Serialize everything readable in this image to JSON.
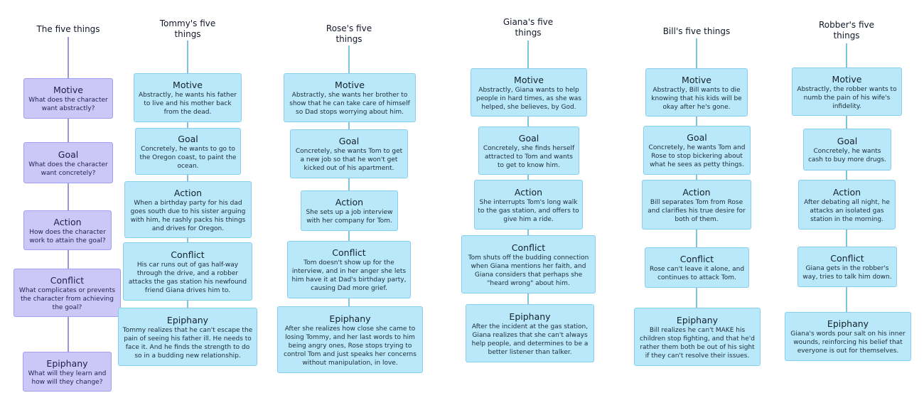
{
  "columns": [
    {
      "id": "ref",
      "header": "The five things",
      "nodes": [
        {
          "title": "Motive",
          "body": "What does the character want abstractly?"
        },
        {
          "title": "Goal",
          "body": "What does the character want concretely?"
        },
        {
          "title": "Action",
          "body": "How does the character work to attain the goal?"
        },
        {
          "title": "Conflict",
          "body": "What complicates or prevents the character from achieving the goal?"
        },
        {
          "title": "Epiphany",
          "body": "What will they learn and how will they change?"
        }
      ]
    },
    {
      "id": "tommy",
      "header": "Tommy's five things",
      "nodes": [
        {
          "title": "Motive",
          "body": "Abstractly, he wants his father to live and his mother back from the dead."
        },
        {
          "title": "Goal",
          "body": "Concretely, he wants to go to the Oregon coast, to paint the ocean."
        },
        {
          "title": "Action",
          "body": "When a birthday party for his dad goes south due to his sister arguing with him, he rashly packs his things and drives for Oregon."
        },
        {
          "title": "Conflict",
          "body": "His car runs out of gas half-way through the drive, and a robber attacks the gas station his newfound friend Giana drives him to."
        },
        {
          "title": "Epiphany",
          "body": "Tommy realizes that he can't escape the pain of seeing his father ill. He needs to face it. And he finds the strength to do so in a budding new relationship."
        }
      ]
    },
    {
      "id": "rose",
      "header": "Rose's five things",
      "nodes": [
        {
          "title": "Motive",
          "body": "Abstractly, she wants her brother to show that he can take care of himself so Dad stops worrying about him."
        },
        {
          "title": "Goal",
          "body": "Concretely, she wants Tom to get a new job so that he won't get kicked out of his apartment."
        },
        {
          "title": "Action",
          "body": "She sets up a job interview with her company for Tom."
        },
        {
          "title": "Conflict",
          "body": "Tom doesn't show up for the interview, and in her anger she lets him have it at Dad's birthday party, causing Dad more grief."
        },
        {
          "title": "Epiphany",
          "body": "After she realizes how close she came to losing Tommy, and her last words to him being angry ones, Rose stops trying to control Tom and just speaks her concerns without manipulation, in love."
        }
      ]
    },
    {
      "id": "giana",
      "header": "Giana's five things",
      "nodes": [
        {
          "title": "Motive",
          "body": "Abstractly, Giana wants to help people in hard times, as she was helped, she believes, by God."
        },
        {
          "title": "Goal",
          "body": "Concretely, she finds herself attracted to Tom and wants to get to know him."
        },
        {
          "title": "Action",
          "body": "She interrupts Tom's long walk to the gas station, and offers to give him a ride."
        },
        {
          "title": "Conflict",
          "body": "Tom shuts off the budding connection when Giana mentions her faith, and Giana considers that perhaps she \"heard wrong\" about him."
        },
        {
          "title": "Epiphany",
          "body": "After the incident at the gas station, Giana realizes that she can't always help people, and determines to be a better listener than talker."
        }
      ]
    },
    {
      "id": "bill",
      "header": "Bill's five things",
      "nodes": [
        {
          "title": "Motive",
          "body": "Abstractly, Bill wants to die knowing that his kids will be okay after he's gone."
        },
        {
          "title": "Goal",
          "body": "Concretely, he wants Tom and Rose to stop bickering about what he sees as petty things."
        },
        {
          "title": "Action",
          "body": "Bill separates Tom from Rose and clarifies his true desire for both of them."
        },
        {
          "title": "Conflict",
          "body": "Rose can't leave it alone, and continues to attack Tom."
        },
        {
          "title": "Epiphany",
          "body": "Bill realizes he can't MAKE his children stop fighting, and that he'd rather them both be out of his sight if they can't resolve their issues."
        }
      ]
    },
    {
      "id": "robber",
      "header": "Robber's five things",
      "nodes": [
        {
          "title": "Motive",
          "body": "Abstractly, the robber wants to numb the pain of his wife's infidelity."
        },
        {
          "title": "Goal",
          "body": "Concretely, he wants cash to buy more drugs."
        },
        {
          "title": "Action",
          "body": "After debating all night, he attacks an isolated gas station in the morning."
        },
        {
          "title": "Conflict",
          "body": "Giana gets in the robber's way, tries to talk him down."
        },
        {
          "title": "Epiphany",
          "body": "Giana's words pour salt on his inner wounds, reinforcing his belief that everyone is out for themselves."
        }
      ]
    }
  ]
}
